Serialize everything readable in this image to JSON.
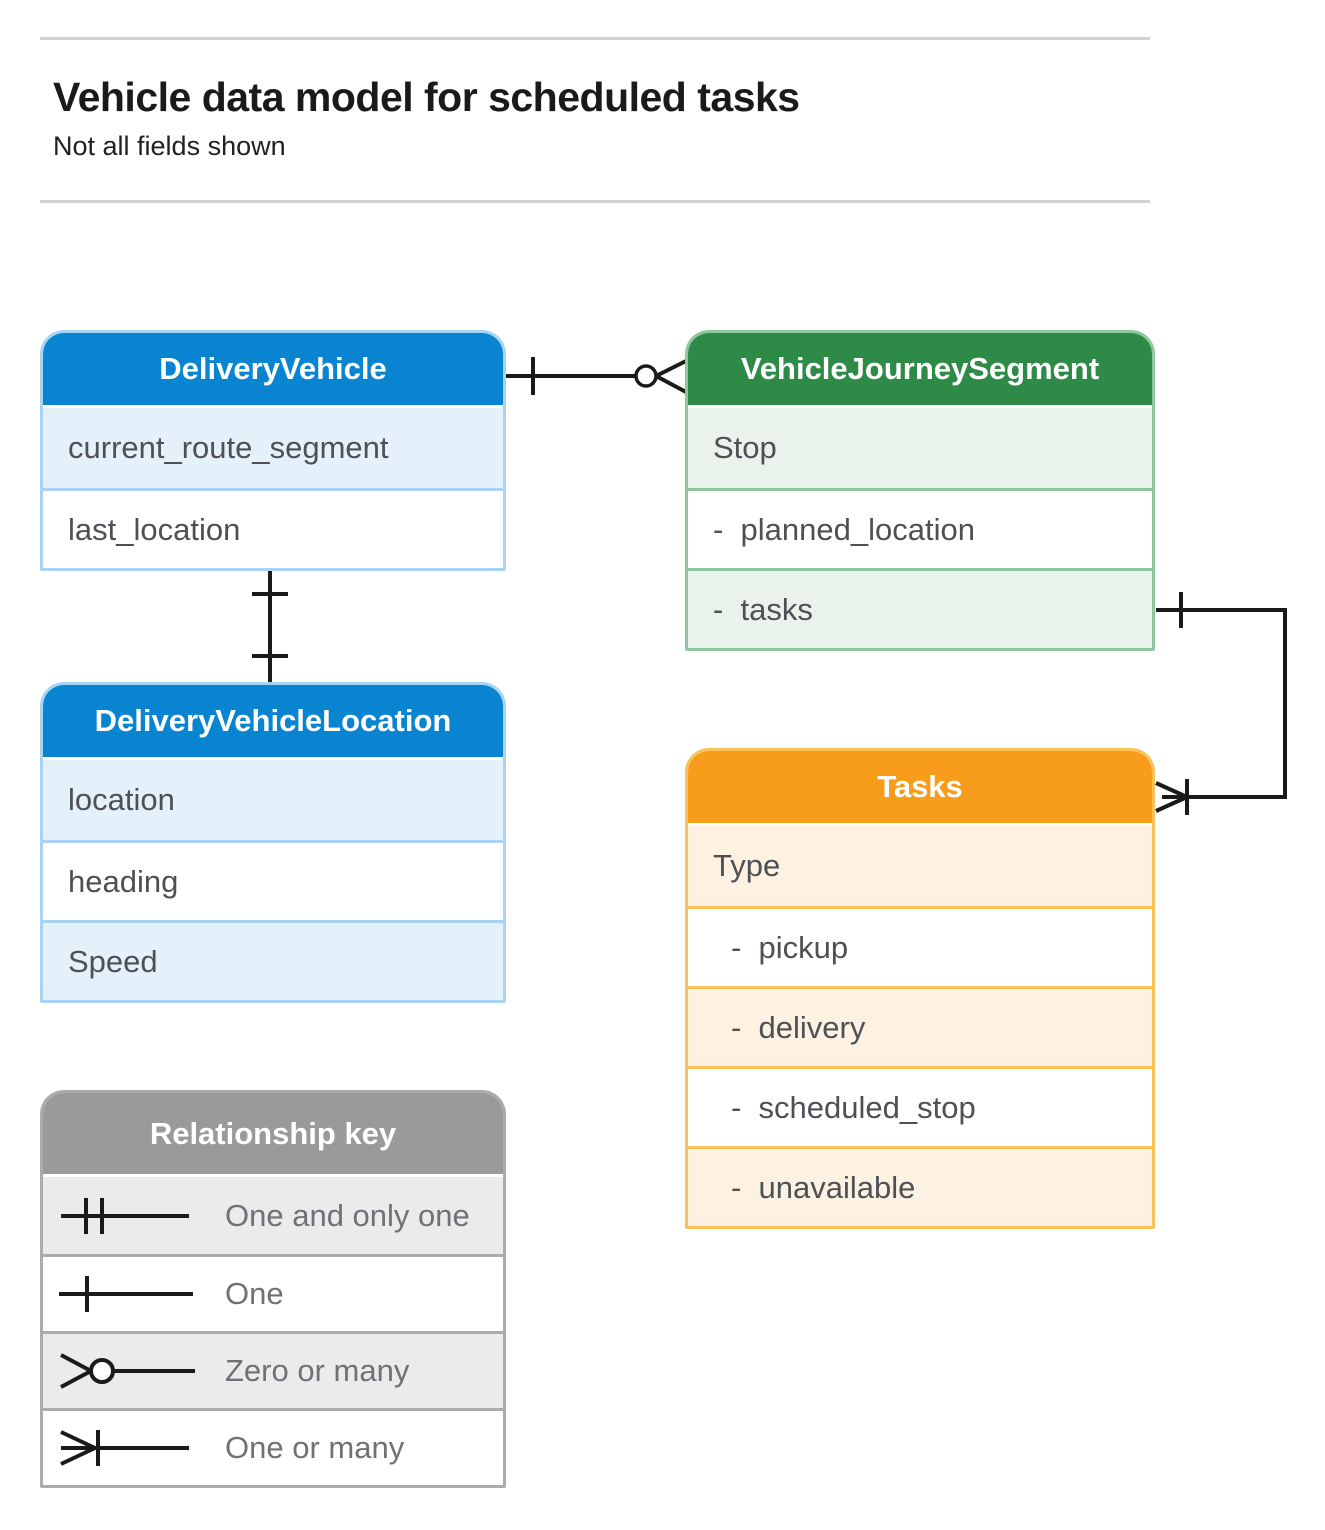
{
  "page": {
    "title": "Vehicle data model for scheduled tasks",
    "subtitle": "Not all fields shown"
  },
  "colors": {
    "blue_header": "#0884d1",
    "blue_row_tint": "#e4f0fa",
    "blue_border": "#a9d3f2",
    "green_header": "#2e8b47",
    "green_row_tint": "#e9f3ec",
    "green_border": "#8fc79f",
    "orange_header": "#f89c1c",
    "orange_row_tint": "#fdf2e2",
    "orange_border": "#f9c257",
    "gray_header": "#9a9a9a",
    "gray_row_tint": "#ebebeb",
    "gray_border": "#ababab",
    "connector_line": "#1a1a1a",
    "row_text": "#4d5156"
  },
  "entities": {
    "delivery_vehicle": {
      "title": "DeliveryVehicle",
      "fields": [
        "current_route_segment",
        "last_location"
      ]
    },
    "vehicle_journey_segment": {
      "title": "VehicleJourneySegment",
      "fields": [
        "Stop",
        "-  planned_location",
        "-  tasks"
      ]
    },
    "delivery_vehicle_location": {
      "title": "DeliveryVehicleLocation",
      "fields": [
        "location",
        "heading",
        "Speed"
      ]
    },
    "tasks": {
      "title": "Tasks",
      "fields": [
        "Type",
        "-  pickup",
        "-  delivery",
        "-  scheduled_stop",
        "-  unavailable"
      ]
    }
  },
  "relationships": [
    {
      "from": "DeliveryVehicle",
      "from_end": "one",
      "to": "VehicleJourneySegment",
      "to_end": "zero-or-many"
    },
    {
      "from": "DeliveryVehicle",
      "from_end": "one",
      "to": "DeliveryVehicleLocation",
      "to_end": "one"
    },
    {
      "from": "VehicleJourneySegment.tasks",
      "from_end": "one",
      "to": "Tasks",
      "to_end": "one-or-many"
    }
  ],
  "legend": {
    "title": "Relationship key",
    "items": [
      {
        "symbol": "one-and-only-one-symbol",
        "label": "One and only one"
      },
      {
        "symbol": "one-symbol",
        "label": "One"
      },
      {
        "symbol": "zero-or-many-symbol",
        "label": "Zero or many"
      },
      {
        "symbol": "one-or-many-symbol",
        "label": "One or many"
      }
    ]
  }
}
